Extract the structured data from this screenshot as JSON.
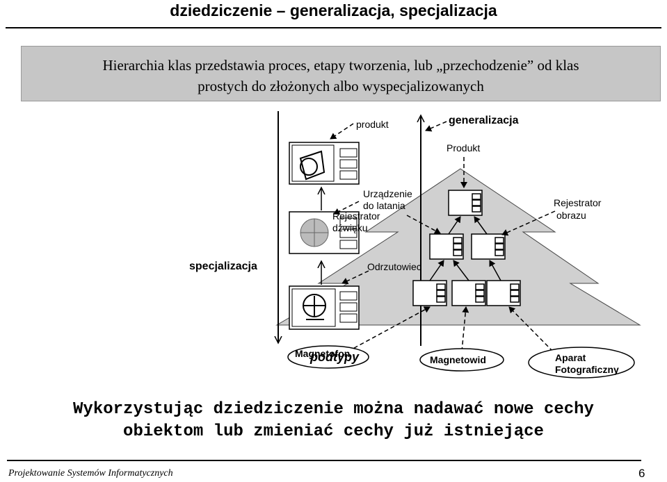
{
  "slide": {
    "title": "dziedziczenie – generalizacja, specjalizacja",
    "intro_line1": "Hierarchia klas przedstawia proces, etapy tworzenia, lub „przechodzenie” od klas",
    "intro_line2": "prostych do złożonych albo wyspecjalizowanych",
    "note_line1": "Wykorzystując dziedziczenie można nadawać nowe cechy",
    "note_line2": "obiektom lub zmieniać cechy już istniejące",
    "footer": "Projektowanie Systemów Informatycznych",
    "page_number": "6"
  },
  "diagram": {
    "label_produkt_lower": "produkt",
    "label_generalizacja": "generalizacja",
    "label_produkt_upper": "Produkt",
    "label_urzadzenie_1": "Urządzenie",
    "label_urzadzenie_2": "do latania",
    "label_rejestrator_dzwieku_1": "Rejestrator",
    "label_rejestrator_dzwieku_2": "dźwięku",
    "label_rejestrator_obrazu_1": "Rejestrator",
    "label_rejestrator_obrazu_2": "obrazu",
    "label_specjalizacja": "specjalizacja",
    "label_odrzutowiec": "Odrzutowiec",
    "label_magnetofon": "Magnetofon",
    "label_podtypy": "podtypy",
    "label_magnetowid": "Magnetowid",
    "label_aparat_1": "Aparat",
    "label_aparat_2": "Fotograficzny"
  }
}
